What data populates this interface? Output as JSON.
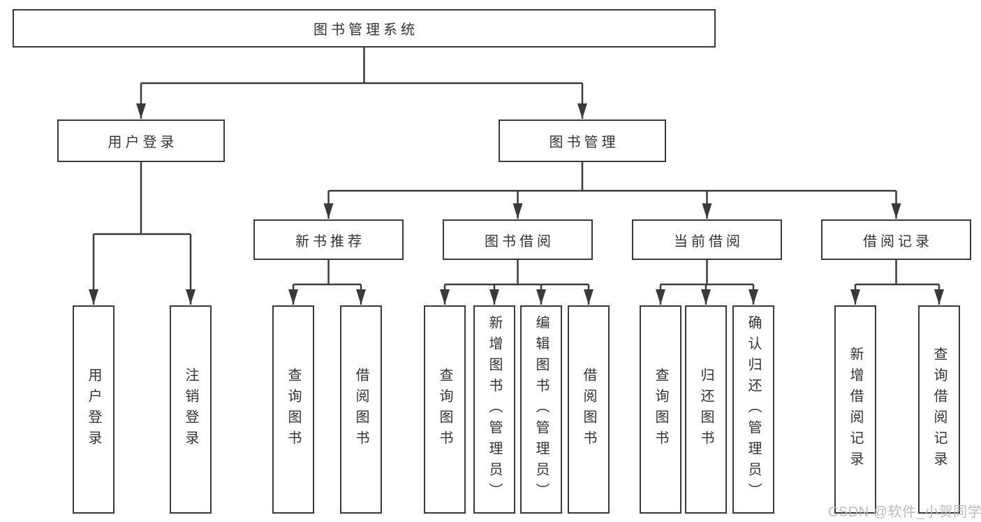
{
  "diagram_type": "hierarchy-tree",
  "colors": {
    "line": "#3a3a3a",
    "box_border": "#3a3a3a",
    "text": "#333333",
    "background": "#ffffff",
    "watermark": "#b6b9bd"
  },
  "tree": {
    "root": {
      "label": "图书管理系统",
      "children": [
        {
          "label": "用户登录",
          "children": [
            {
              "label": "用户登录"
            },
            {
              "label": "注销登录"
            }
          ]
        },
        {
          "label": "图书管理",
          "children": [
            {
              "label": "新书推荐",
              "children": [
                {
                  "label": "查询图书"
                },
                {
                  "label": "借阅图书"
                }
              ]
            },
            {
              "label": "图书借阅",
              "children": [
                {
                  "label": "查询图书"
                },
                {
                  "label": "新增图书（管理员）"
                },
                {
                  "label": "编辑图书（管理员）"
                },
                {
                  "label": "借阅图书"
                }
              ]
            },
            {
              "label": "当前借阅",
              "children": [
                {
                  "label": "查询图书"
                },
                {
                  "label": "归还图书"
                },
                {
                  "label": "确认归还（管理员）"
                }
              ]
            },
            {
              "label": "借阅记录",
              "children": [
                {
                  "label": "新增借阅记录"
                },
                {
                  "label": "查询借阅记录"
                }
              ]
            }
          ]
        }
      ]
    }
  },
  "watermark": {
    "text": "CSDN @软件_小贺同学"
  }
}
